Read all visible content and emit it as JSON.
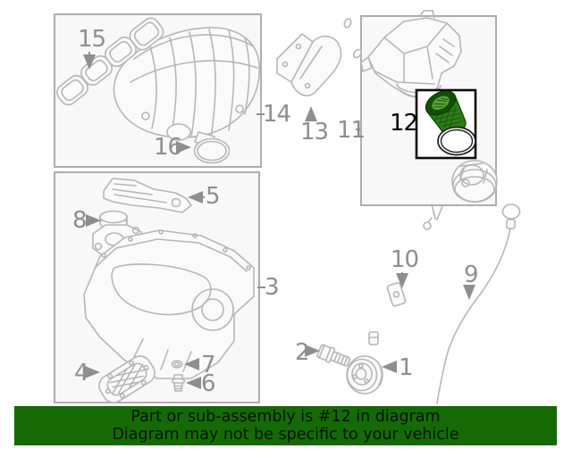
{
  "diagram": {
    "description": "Engine parts exploded diagram with numbered callouts",
    "highlighted_callout": "12",
    "callouts": {
      "1": "1",
      "2": "2",
      "3": "3",
      "4": "4",
      "5": "5",
      "6": "6",
      "7": "7",
      "8": "8",
      "9": "9",
      "10": "10",
      "11": "11",
      "12": "12",
      "13": "13",
      "14": "14",
      "15": "15",
      "16": "16"
    }
  },
  "banner": {
    "line1": "Part or sub-assembly is #12 in diagram",
    "line2": "Diagram may not be specific to your vehicle",
    "bg_color": "#166a05",
    "text_color": "#031500"
  },
  "colors": {
    "page_bg": "#ffffff",
    "box_fill": "#f8f8f8",
    "box_border": "#aeaeae",
    "line_art_gray": "#b6b6b6",
    "callout_gray": "#8e8e8e",
    "highlight_box_border": "#000000",
    "filter_green_body": "#2f7d17",
    "filter_green_dark": "#134e06",
    "filter_green_light": "#55a336"
  }
}
